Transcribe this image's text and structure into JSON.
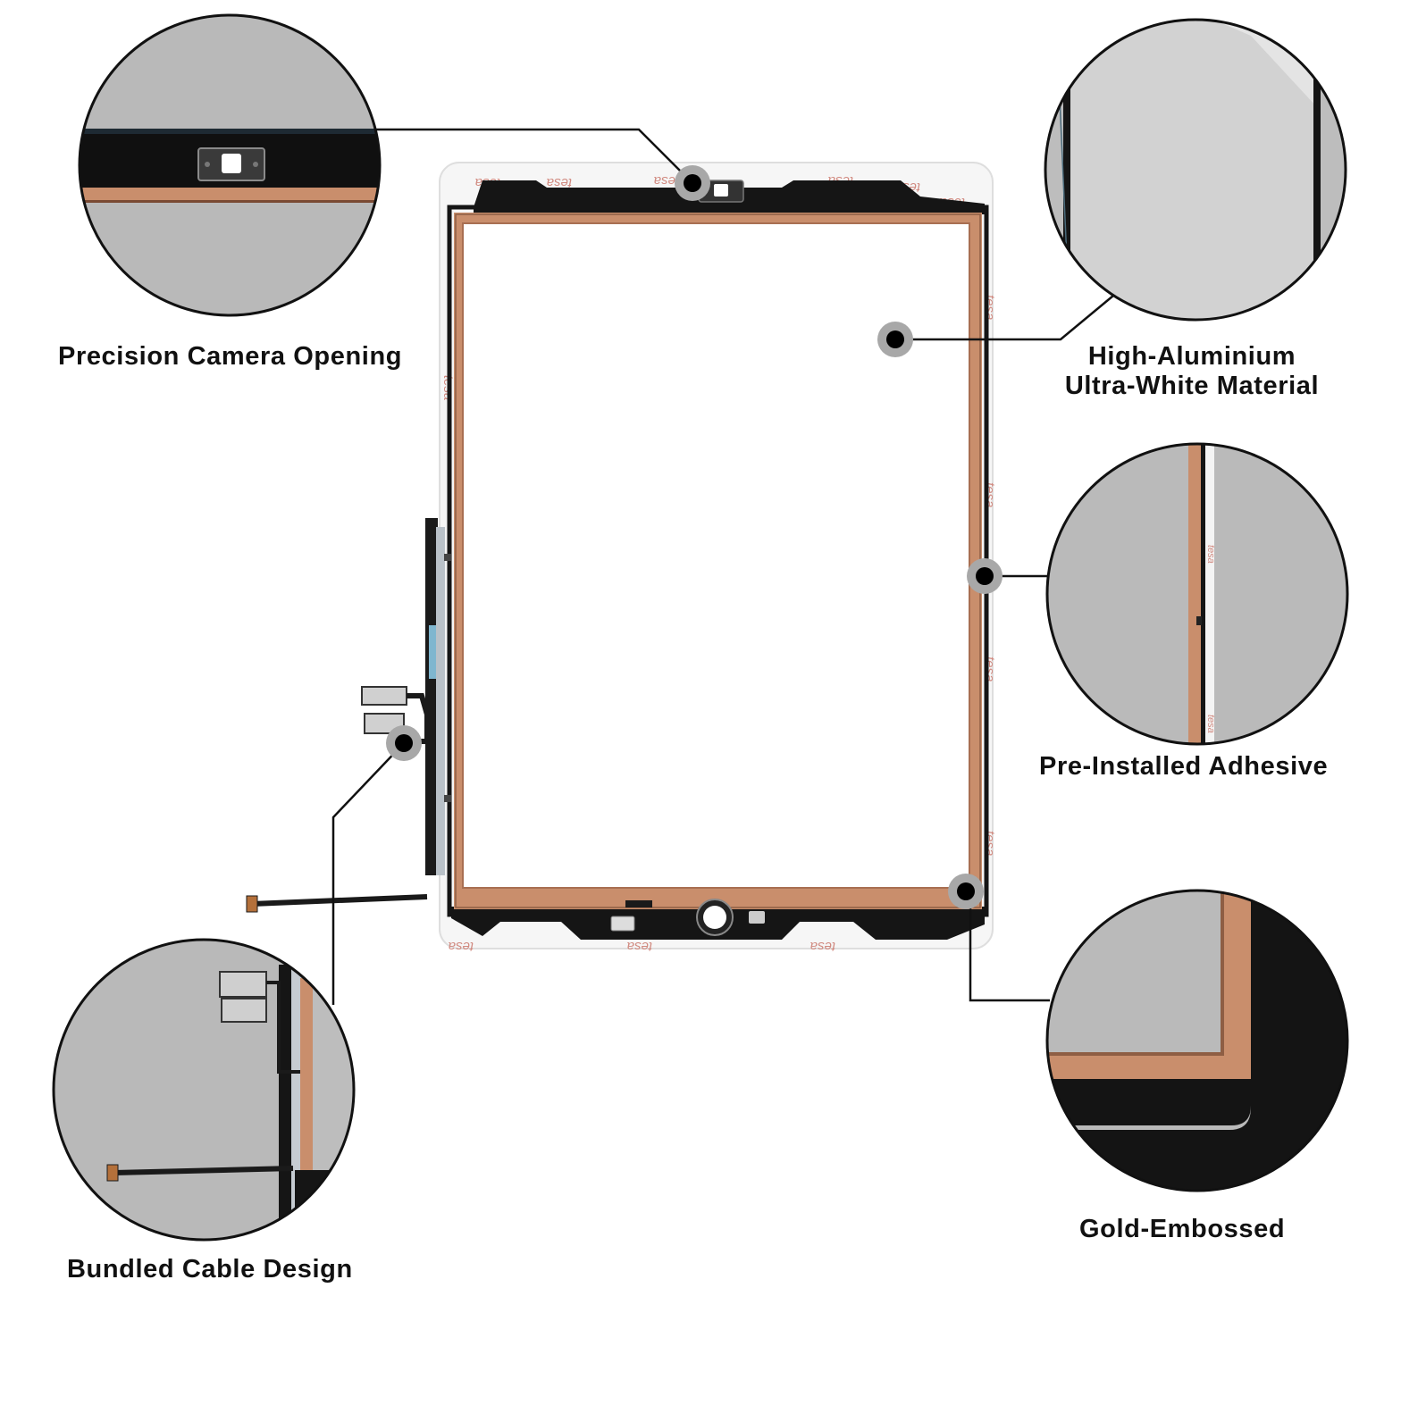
{
  "features": {
    "camera": {
      "label": "Precision Camera Opening"
    },
    "material": {
      "line1": "High-Aluminium",
      "line2": "Ultra-White Material"
    },
    "adhesive": {
      "label": "Pre-Installed Adhesive"
    },
    "gold": {
      "label": "Gold-Embossed"
    },
    "cable": {
      "label": "Bundled Cable Design"
    }
  },
  "tape_mark": "tesa",
  "colors": {
    "gold_frame": "#c98e6c",
    "black_bezel": "#151515",
    "glass": "#ffffff",
    "zoom_background": "#b9b9b9",
    "callout_line": "#111111"
  }
}
